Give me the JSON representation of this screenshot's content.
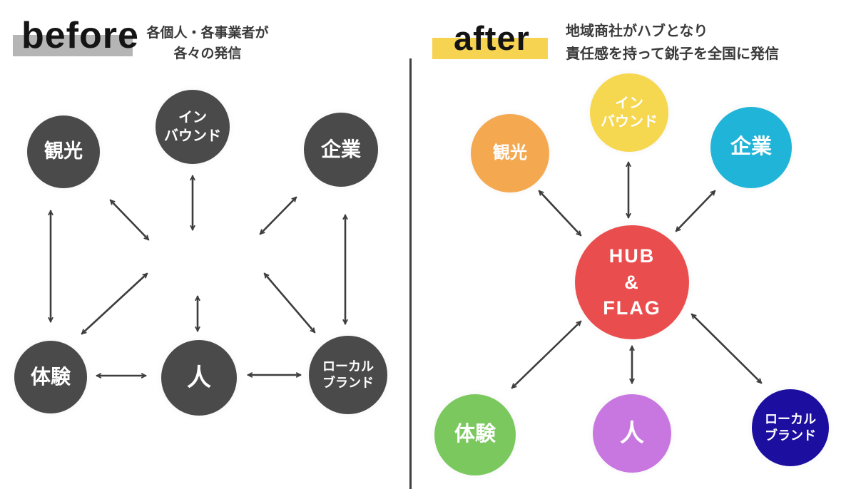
{
  "header": {
    "before": {
      "title": "before",
      "subtitle": "各個人・各事業者が\n各々の発信",
      "highlight_color": "#b5b5b5"
    },
    "after": {
      "title": "after",
      "subtitle": "地域商社がハブとなり\n責任感を持って銚子を全国に発信",
      "highlight_color": "#f6d452"
    }
  },
  "colors": {
    "background": "#ffffff",
    "arrow": "#3d3d3d",
    "divider": "#3f3f3f",
    "node_text": "#ffffff",
    "before_node": "#4a4a4a"
  },
  "before": {
    "nodes": {
      "kanko": {
        "label": "観光",
        "color": "#4a4a4a"
      },
      "inbound": {
        "label": "イン\nバウンド",
        "color": "#4a4a4a"
      },
      "kigyo": {
        "label": "企業",
        "color": "#4a4a4a"
      },
      "taiken": {
        "label": "体験",
        "color": "#4a4a4a"
      },
      "hito": {
        "label": "人",
        "color": "#4a4a4a"
      },
      "local_brand": {
        "label": "ローカル\nブランド",
        "color": "#4a4a4a"
      }
    }
  },
  "after": {
    "nodes": {
      "kanko": {
        "label": "観光",
        "color": "#f4a950"
      },
      "inbound": {
        "label": "イン\nバウンド",
        "color": "#f6d750"
      },
      "kigyo": {
        "label": "企業",
        "color": "#20b5d8"
      },
      "hub": {
        "label": "HUB\n&\nFLAG",
        "color": "#ea4d4d"
      },
      "taiken": {
        "label": "体験",
        "color": "#7bc95e"
      },
      "hito": {
        "label": "人",
        "color": "#c977e0"
      },
      "local_brand": {
        "label": "ローカル\nブランド",
        "color": "#1c0fa0"
      }
    }
  }
}
